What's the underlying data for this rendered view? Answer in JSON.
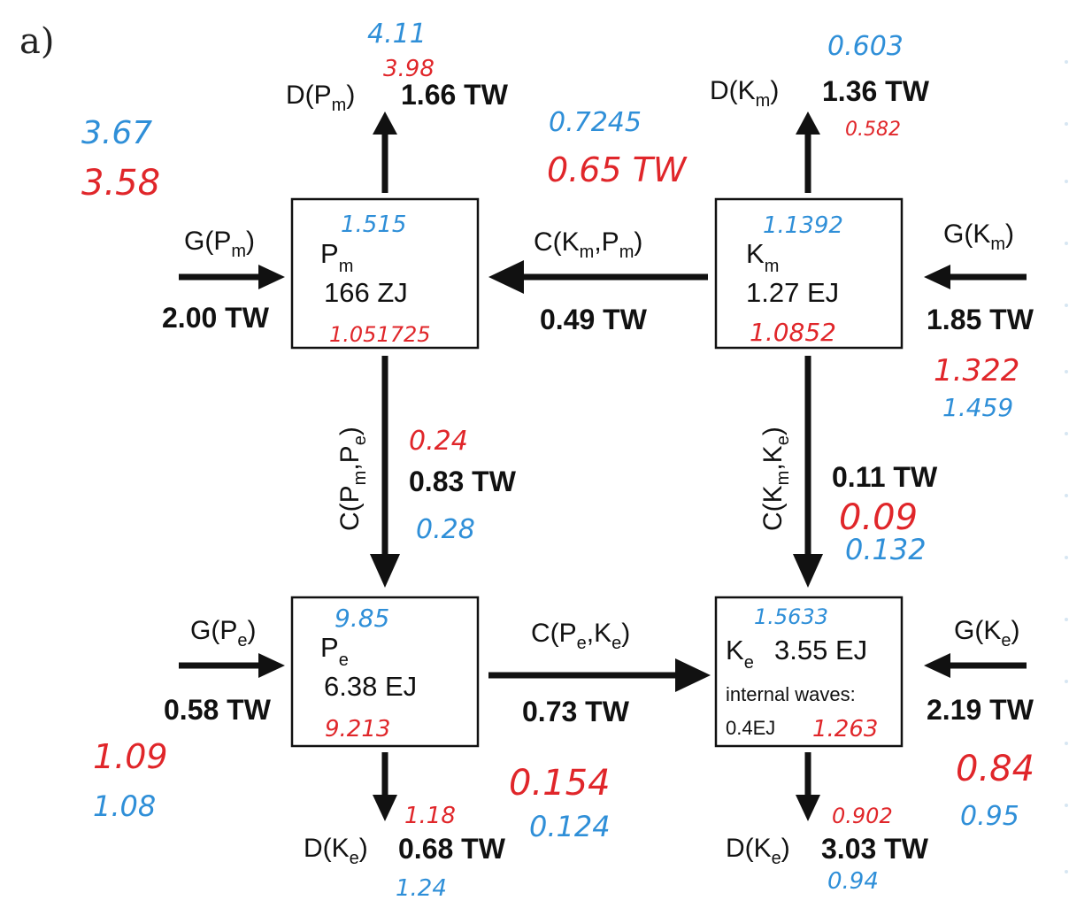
{
  "panel_label": "a)",
  "boxes": {
    "pm": {
      "symbol": "P",
      "sub": "m",
      "value": "166 ZJ"
    },
    "km": {
      "symbol": "K",
      "sub": "m",
      "value": "1.27 EJ"
    },
    "pe": {
      "symbol": "P",
      "sub": "e",
      "value": "6.38 EJ"
    },
    "ke": {
      "symbol": "K",
      "sub": "e",
      "value": "3.55 EJ",
      "note": "internal waves:",
      "note_value": "0.4EJ"
    }
  },
  "flows": {
    "d_pm": {
      "label": "D(P",
      "sub": "m",
      "close": ")",
      "value": "1.66 TW"
    },
    "d_km": {
      "label": "D(K",
      "sub": "m",
      "close": ")",
      "value": "1.36 TW"
    },
    "g_pm": {
      "label": "G(P",
      "sub": "m",
      "close": ")",
      "value": "2.00 TW"
    },
    "g_km": {
      "label": "G(K",
      "sub": "m",
      "close": ")",
      "value": "1.85 TW"
    },
    "c_kmpm": {
      "label": "C(K",
      "sub1": "m",
      "mid": ",P",
      "sub2": "m",
      "close": ")",
      "value": "0.49 TW"
    },
    "c_pmpe": {
      "label": "C(P",
      "sub1": "m",
      "mid": ",P",
      "sub2": "e",
      "close": ")",
      "value": "0.83 TW"
    },
    "c_kmke": {
      "label": "C(K",
      "sub1": "m",
      "mid": ",K",
      "sub2": "e",
      "close": ")",
      "value": "0.11 TW"
    },
    "g_pe": {
      "label": "G(P",
      "sub": "e",
      "close": ")",
      "value": "0.58 TW"
    },
    "g_ke": {
      "label": "G(K",
      "sub": "e",
      "close": ")",
      "value": "2.19 TW"
    },
    "c_peke": {
      "label": "C(P",
      "sub1": "e",
      "mid": ",K",
      "sub2": "e",
      "close": ")",
      "value": "0.73 TW"
    },
    "d_ke_left": {
      "label": "D(K",
      "sub": "e",
      "close": ")",
      "value": "0.68 TW"
    },
    "d_ke_right": {
      "label": "D(K",
      "sub": "e",
      "close": ")",
      "value": "3.03 TW"
    }
  },
  "annotations": {
    "blue": [
      "4.11",
      "3.67",
      "0.7245",
      "0.603",
      "1.515",
      "1.1392",
      "1.459",
      "0.28",
      "9.85",
      "1.5633",
      "0.132",
      "1.08",
      "0.124",
      "0.95",
      "1.24",
      "0.94"
    ],
    "red": [
      "3.98",
      "3.58",
      "0.65 TW",
      "0.582",
      "1.051725",
      "1.0852",
      "1.322",
      "0.24",
      "0.09",
      "9.213",
      "1.263",
      "1.09",
      "0.154",
      "0.84",
      "1.18",
      "0.902"
    ]
  },
  "colors": {
    "blue": "#2f8fd8",
    "red": "#e0262a",
    "ink": "#111111"
  }
}
